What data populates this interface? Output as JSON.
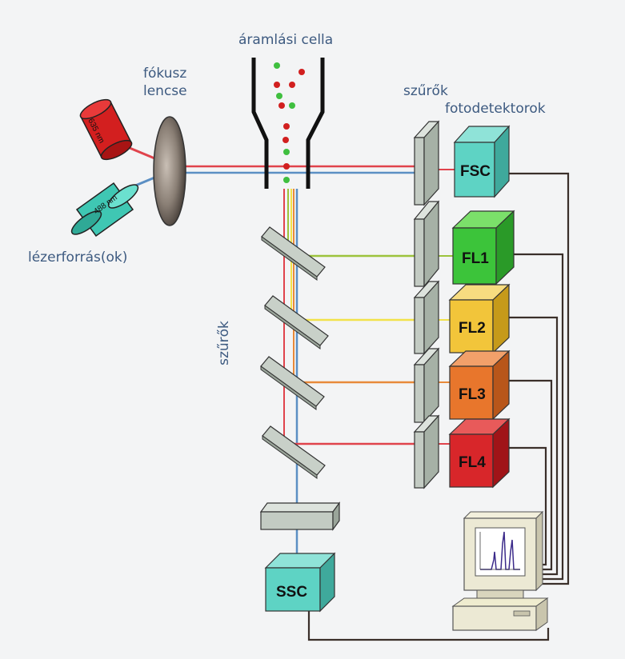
{
  "labels": {
    "flow_cell": "áramlási  cella",
    "focus_lens_line1": "fókusz",
    "focus_lens_line2": "lencse",
    "laser_source": "lézerforrás(ok)",
    "filters_top": "szűrők",
    "photodetectors": "fotodetektorok",
    "filters_side": "szűrők"
  },
  "lasers": [
    {
      "wavelength": "635 nm",
      "color": "#d31f1f"
    },
    {
      "wavelength": "488 nm",
      "color": "#3fc7b3"
    }
  ],
  "detectors": [
    {
      "name": "FSC",
      "color": "#5ed3c4"
    },
    {
      "name": "FL1",
      "color": "#3cc43a"
    },
    {
      "name": "FL2",
      "color": "#f2c53a"
    },
    {
      "name": "FL3",
      "color": "#e8762c"
    },
    {
      "name": "FL4",
      "color": "#d8262a"
    },
    {
      "name": "SSC",
      "color": "#5ed3c4"
    }
  ],
  "beam_colors": {
    "red": "#e0434c",
    "blue": "#5b8fc4",
    "green": "#9cc33c",
    "yellow": "#f2e24a",
    "orange": "#e88a3a"
  }
}
